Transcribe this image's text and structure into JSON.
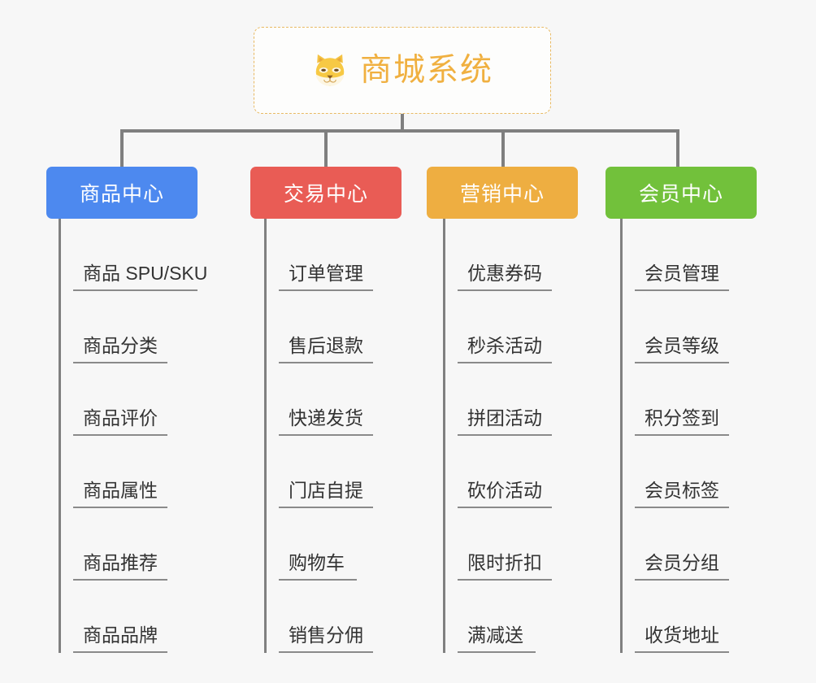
{
  "root": {
    "title": "商城系统",
    "icon": "shiba-dog-icon",
    "border_color": "#e8b962",
    "text_color": "#f0b040",
    "background": "#fdfdfc"
  },
  "canvas": {
    "background": "#f7f7f7",
    "connector_color": "#7f7f7f"
  },
  "categories": [
    {
      "label": "商品中心",
      "color": "#4d89ef",
      "items": [
        "商品 SPU/SKU",
        "商品分类",
        "商品评价",
        "商品属性",
        "商品推荐",
        "商品品牌"
      ]
    },
    {
      "label": "交易中心",
      "color": "#e95c55",
      "items": [
        "订单管理",
        "售后退款",
        "快递发货",
        "门店自提",
        "购物车",
        "销售分佣"
      ]
    },
    {
      "label": "营销中心",
      "color": "#eeae41",
      "items": [
        "优惠券码",
        "秒杀活动",
        "拼团活动",
        "砍价活动",
        "限时折扣",
        "满减送"
      ]
    },
    {
      "label": "会员中心",
      "color": "#72c13b",
      "items": [
        "会员管理",
        "会员等级",
        "积分签到",
        "会员标签",
        "会员分组",
        "收货地址"
      ]
    }
  ]
}
